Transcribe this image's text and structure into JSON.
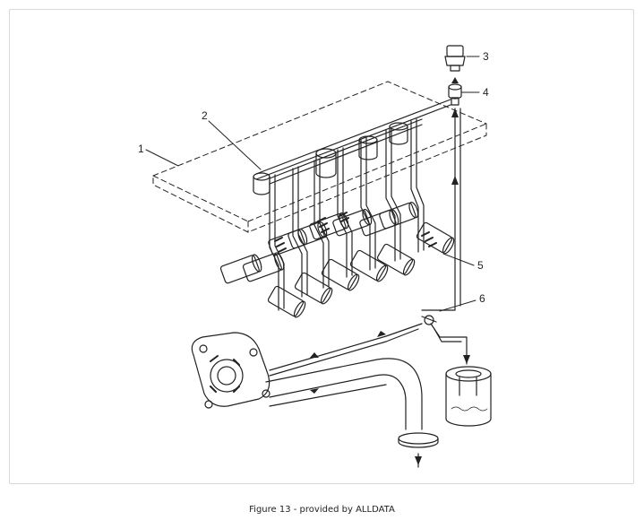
{
  "figure": {
    "caption": "Figure 13 - provided by ALLDATA"
  },
  "callouts": [
    {
      "id": "1",
      "label": "1"
    },
    {
      "id": "2",
      "label": "2"
    },
    {
      "id": "3",
      "label": "3"
    },
    {
      "id": "4",
      "label": "4"
    },
    {
      "id": "5",
      "label": "5"
    },
    {
      "id": "6",
      "label": "6"
    }
  ]
}
